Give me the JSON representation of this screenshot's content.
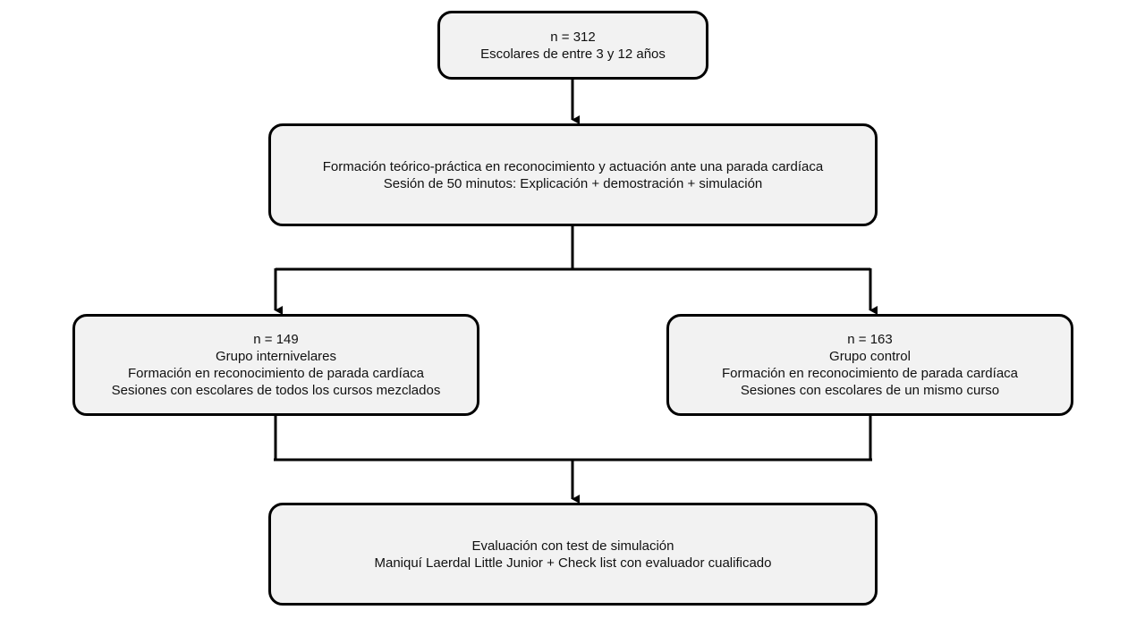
{
  "diagram": {
    "type": "flowchart",
    "line_color": "#000000",
    "box_fill": "#f2f2f2",
    "nodes": {
      "population": {
        "lines": [
          "n = 312",
          "Escolares de entre 3 y 12 años"
        ]
      },
      "training": {
        "lines": [
          "Formación teórico-práctica en reconocimiento y actuación ante una parada cardíaca",
          "Sesión de 50 minutos: Explicación + demostración + simulación"
        ]
      },
      "group_inter": {
        "lines": [
          "n = 149",
          "Grupo internivelares",
          "Formación en reconocimiento de parada cardíaca",
          "Sesiones con escolares de todos los cursos mezclados"
        ]
      },
      "group_control": {
        "lines": [
          "n = 163",
          "Grupo control",
          "Formación en reconocimiento de parada cardíaca",
          "Sesiones con escolares de un mismo curso"
        ]
      },
      "evaluation": {
        "lines": [
          "Evaluación con test de simulación",
          "Maniquí Laerdal Little Junior + Check list con evaluador cualificado"
        ]
      }
    },
    "edges": [
      {
        "from": "population",
        "to": "training"
      },
      {
        "from": "training",
        "to": "group_inter"
      },
      {
        "from": "training",
        "to": "group_control"
      },
      {
        "from": "group_inter",
        "to": "evaluation"
      },
      {
        "from": "group_control",
        "to": "evaluation"
      }
    ]
  }
}
